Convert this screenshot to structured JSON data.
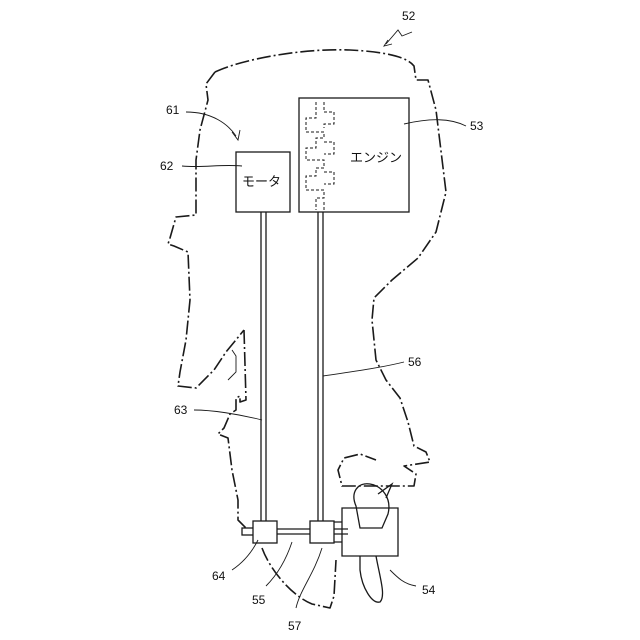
{
  "labels": {
    "motor_text": "モータ",
    "engine_text": "エンジン"
  },
  "refs": {
    "r52": "52",
    "r53": "53",
    "r54": "54",
    "r55": "55",
    "r56": "56",
    "r57": "57",
    "r61": "61",
    "r62": "62",
    "r63": "63",
    "r64": "64"
  }
}
